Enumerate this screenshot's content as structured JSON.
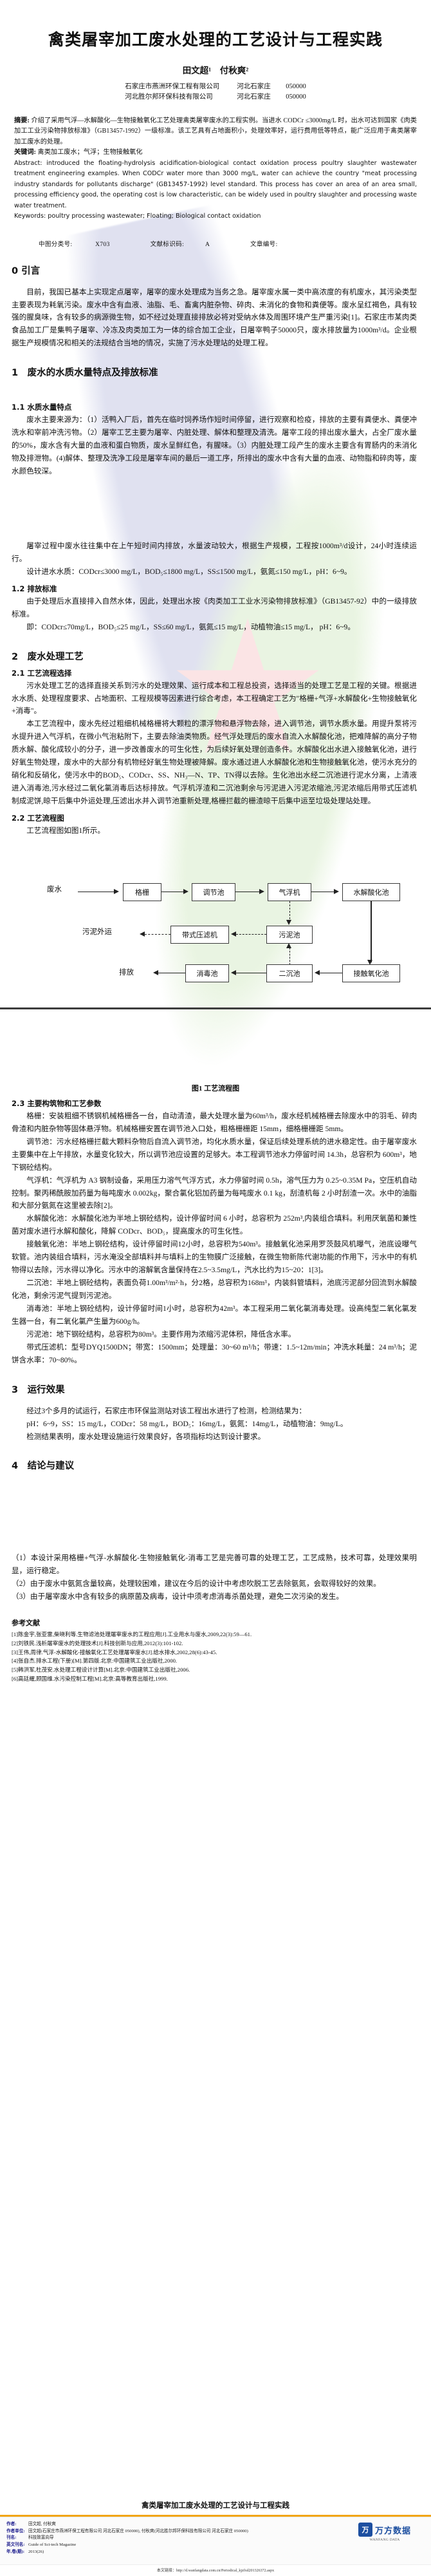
{
  "paper": {
    "title": "禽类屠宰加工废水处理的工艺设计与工程实践",
    "authors": "田文超¹　付秋爽²",
    "affiliations": [
      {
        "name": "石家庄市燕洲环保工程有限公司",
        "city": "河北石家庄",
        "zip": "050000"
      },
      {
        "name": "河北胜尔邦环保科技有限公司",
        "city": "河北石家庄",
        "zip": "050000"
      }
    ],
    "abstract_label": "摘要:",
    "abstract_text": "介绍了采用气浮—水解酸化—生物接触氧化工艺处理禽类屠宰废水的工程实例。当进水 CODCr ≤3000mg/L 时，出水可达到国家《肉类加工工业污染物排放标准》（GB13457-1992）一级标准。该工艺具有占地面积小，处理效率好，运行费用低等特点，能广泛应用于禽类屠宰加工废水的处理。",
    "keywords_label": "关键词:",
    "keywords_text": "禽类加工废水；气浮；生物接触氧化",
    "abstract_en": "Abstract: introduced the floating-hydrolysis acidification-biological contact oxidation process poultry slaughter wastewater treatment engineering examples. When CODCr water more than 3000 mg/L, water can achieve the country \"meat processing industry standards for pollutants discharge\" (GB13457-1992) level standard. This process has cover an area of an area small, processing efficiency good, the operating cost is low characteristic, can be widely used in poultry slaughter and processing waste water treatment.",
    "keywords_en": "Keywords: poultry processing wastewater; Floating; Biological contact oxidation",
    "classification_label": "中图分类号:",
    "classification_value": "X703",
    "doccode_label": "文献标识码:",
    "doccode_value": "A",
    "artnum_label": "文章编号:",
    "artnum_value": ""
  },
  "sections": {
    "s0_heading": "0 引言",
    "s0_p1": "目前，我国已基本上实现定点屠宰，屠宰的废水处理成为当务之急。屠宰废水属一类中高浓度的有机废水，其污染类型主要表现为耗氧污染。废水中含有血液、油脂、毛、畜禽内脏杂物、碎肉、未消化的食物和粪便等。废水呈红褐色，具有较强的腥臭味，含有较多的病源微生物，如不经过处理直接排放必将对受纳水体及周围环境产生严重污染[1]。石家庄市某肉类食品加工厂是集鸭子屠宰、冷冻及肉类加工为一体的综合加工企业，日屠宰鸭子50000只，废水排放量为1000m³/d。企业根据生产规模情况和相关的法规结合当地的情况，实施了污水处理站的处理工程。",
    "s1_heading": "1　废水的水质水量特点及排放标准",
    "s11_heading": "1.1  水质水量特点",
    "s11_p1": "废水主要来源为：（1）活鸭入厂后，首先在临时饲养场作短时间停留，进行观察和检疫，排放的主要有粪便水、粪便冲洗水和宰前冲洗污物。（2）屠宰工艺主要为屠宰、内脏处理、解体和整理及清洗。屠宰工段的排出废水量大，占全厂废水量的50%，废水含有大量的血液和蛋白物质，废水呈鲜红色，有腥味。（3）内脏处理工段产生的废水主要含有胃肠内的未消化物及排泄物。(4)解体、整理及洗净工段是屠宰车间的最后一道工序，所排出的废水中含有大量的血液、动物脂和碎肉等，废水颜色较深。",
    "s11_p2": "屠宰过程中废水往往集中在上午短时间内排放，水量波动较大，根据生产规模，工程按1000m³/d设计，24小时连续运行。",
    "s11_p3": "设计进水水质：CODcr≤3000 mg/L，BOD₅≤1800 mg/L，SS≤1500 mg/L，氨氮≤150 mg/L，pH：6~9。",
    "s12_heading": "1.2  排放标准",
    "s12_p1": "由于处理后水直接排入自然水体，因此，处理出水按《肉类加工工业水污染物排放标准》（GB13457-92）中的一级排放标准。",
    "s12_p2": "即：CODcr≤70mg/L，BOD₅≤25 mg/L，SS≤60 mg/L，氨氮≤15 mg/L，动植物油≤15 mg/L， pH：6~9。",
    "s2_heading": "2　废水处理工艺",
    "s21_heading": "2.1  工艺流程选择",
    "s21_p1": "污水处理工艺的选择直接关系到污水的处理效果、运行成本和工程总投资，选择适当的处理工艺是工程的关键。根据进水水质、处理程度要求、占地面积、工程规模等因素进行综合考虑，本工程确定工艺为\"格栅+气浮+水解酸化+生物接触氧化+消毒\"。",
    "s21_p2": "本工艺流程中，废水先经过粗细机械格栅将大颗粒的漂浮物和悬浮物去除，进入调节池，调节水质水量。用提升泵将污水提升进入气浮机，在微小气泡粘附下，主要去除油类物质。经气浮处理后的废水自流入水解酸化池，把难降解的高分子物质水解、酸化成较小的分子，进一步改善废水的可生化性，为后续好氧处理创造条件。水解酸化出水进入接触氧化池，进行好氧生物处理，废水中的大部分有机物经好氧生物处理被降解。废水通过进人水解酸化池和生物接触氧化池，使污水充分的硝化和反硝化，使污水中的BOD₅、CODcr、SS、NH₃—N、TP、TN得以去除。生化池出水经二沉池进行泥水分离，上清液进入消毒池,污水经过二氧化氯消毒后达标排放。气浮机浮渣和二沉池剩余与污泥进入污泥浓缩池,污泥浓缩后用带式压滤机制成泥饼,晾干后集中外运处理,压滤出水并入调节池重新处理,格栅拦截的栅渣晾干后集中运至垃圾处理站处理。",
    "s22_heading": "2.2  工艺流程图",
    "s22_p1": "工艺流程图如图1所示。",
    "figure_caption": "图1  工艺流程图",
    "s23_heading": "2.3  主要构筑物和工艺参数",
    "s23_p1": "格栅：安装粗细不锈钢机械格栅各一台，自动清渣，最大处理水量为60m³/h，废水经机械格栅去除废水中的羽毛、碎肉骨渣和内脏杂物等固体悬浮物。机械格栅安置在调节池入口处，粗格栅栅距 15mm，细格栅栅距 5mm。",
    "s23_p2": "调节池：污水经格栅拦截大颗料杂物后自流入调节池，均化水质水量，保证后续处理系统的进水稳定性。由于屠宰废水主要集中在上午排放，水量变化较大，所以调节池应设置的足够大。本工程调节池水力停留时间 14.3h，总容积为 600m³，地下钢砼结构。",
    "s23_p3": "气浮机：气浮机为 A3 钢制设备，采用压力溶气气浮方式，水力停留时间 0.5h，溶气压力为 0.25~0.35M Pa，空压机自动控制。聚丙稀酰胺加药量为每吨废水 0.002kg，聚合氯化铝加药量为每吨废水 0.1 kg，刮渣机每 2 小时刮渣一次。水中的油脂和大部分氨氮在这里被去除[2]。",
    "s23_p4": "水解酸化池：水解酸化池为半地上钢砼结构，设计停留时间 6 小时，总容积为 252m³,内装组合填料。利用厌氧菌和兼性菌对废水进行水解和酸化，降解 CODcr、BOD₅，提高废水的可生化性。",
    "s23_p5": "接触氧化池：半地上钢砼结构，设计停留时间12小时，总容积为540m³。接触氧化池采用罗茨鼓风机曝气，池底设曝气软管。池内装组合填料，污水淹没全部填料并与填料上的生物膜广泛接触，在微生物新陈代谢功能的作用下，污水中的有机物得以去除，污水得以净化。污水中的溶解氧含量保持在2.5~3.5mg/L，汽水比约为15~20：1[3]。",
    "s23_p6": "二沉池：半地上钢砼结构，表面负荷1.00m³/m²·h，分2格，总容积为168m³，内装斜管填料，池底污泥部分回流到水解酸化池，剩余污泥气提到污泥池。",
    "s23_p7": "消毒池：半地上钢砼结构，设计停留时间1小时，总容积为42m³。本工程采用二氧化氯消毒处理。设高纯型二氧化氯发生器一台，有二氧化氯产生量为600g/h。",
    "s23_p8": "污泥池：地下钢砼结构，总容积为80m³。主要作用为浓缩污泥体积，降低含水率。",
    "s23_p9": "带式压滤机：型号DYQ1500DN；带宽：1500mm；处理量：30~60 m³/h；带速：1.5~12m/min；冲洗水耗量：24 m³/h；泥饼含水率：70~80%。",
    "s3_heading": "3　运行效果",
    "s3_p1": "经过3个多月的试运行，石家庄市环保监测站对该工程出水进行了检测，检测结果为：",
    "s3_p2": "pH：6~9，SS：15 mg/L，CODcr：58 mg/L，BOD₅：16mg/L，氨氮：14mg/L，动植物油：9mg/L。",
    "s3_p3": "检测结果表明，废水处理设施运行效果良好，各项指标均达到设计要求。",
    "s4_heading": "4　结论与建议",
    "s4_p1": "（1）本设计采用格栅+气浮-水解酸化-生物接触氧化-消毒工艺是完善可靠的处理工艺，工艺成熟，技术可靠，处理效果明显，运行稳定。",
    "s4_p2": "（2）由于废水中氨氮含量较高，处理较困难，建议在今后的设计中考虑吹脱工艺去除氨氮，会取得较好的效果。",
    "s4_p3": "（3）由于屠宰废水中含有较多的病原菌及病毒，设计中须考虑消毒杀菌处理，避免二次污染的发生。",
    "ref_heading": "参考文献",
    "refs": [
      "[1]陈金宇,张亚雷,柴晓利等.生物滤池处理屠宰废水的工程应用[J].工业用水与废水,2009,22(3):59—61.",
      "[2]刘铁民.浅析屠宰废水的处理技术[J].科技创新与应用,2012(3):101-102.",
      "[3]王伟,周律.气浮-水解酸化-接触氧化工艺处理屠宰废水[J].给水排水,2002,28(6):43-45.",
      "[4]张自杰.排水工程(下册)[M].第四版.北京:中国建筑工业出版社,2000.",
      "[5]韩洪军,杜茂安.水处理工程设计计算[M].北京:中国建筑工业出版社,2006.",
      "[6]高廷耀,顾国维.水污染控制工程[M].北京:高等教育出版社,1999."
    ]
  },
  "figure": {
    "nodes": [
      {
        "id": "n1",
        "label": "格栅"
      },
      {
        "id": "n2",
        "label": "调节池"
      },
      {
        "id": "n3",
        "label": "气浮机"
      },
      {
        "id": "n4",
        "label": "水解酸化池"
      },
      {
        "id": "n5",
        "label": "污泥池"
      },
      {
        "id": "n6",
        "label": "带式压滤机"
      },
      {
        "id": "n7",
        "label": "接触氧化池"
      },
      {
        "id": "n8",
        "label": "二沉池"
      },
      {
        "id": "n9",
        "label": "消毒池"
      }
    ],
    "free_labels": [
      {
        "id": "in",
        "label": "废水"
      },
      {
        "id": "sludge-out",
        "label": "污泥外运"
      },
      {
        "id": "discharge",
        "label": "排放"
      }
    ]
  },
  "footer": {
    "title": "禽类屠宰加工废水处理的工艺设计与工程实践",
    "rows": [
      {
        "key": "作者:",
        "value": "田文超, 付秋爽"
      },
      {
        "key": "作者单位:",
        "value": "田文超(石家庄市燕洲环保工程有限公司 河北石家庄 050000), 付秋爽(河北胜尔邦环保科技有限公司 河北石家庄 050000)"
      },
      {
        "key": "刊名:",
        "value": "科技致富向导"
      },
      {
        "key": "英文刊名:",
        "value": "Guide of Sci-tech Magazine"
      },
      {
        "key": "年,卷(期):",
        "value": "2013(26)"
      }
    ],
    "logo_mark": "万",
    "logo_text": "万方数据",
    "logo_sub": "WANFANG DATA",
    "bottom_note": "本文链接：http://d.wanfangdata.com.cn/Periodical_kjzfxd201326372.aspx",
    "accent_color": "#f2a516",
    "link_color": "#1a1a8c"
  }
}
